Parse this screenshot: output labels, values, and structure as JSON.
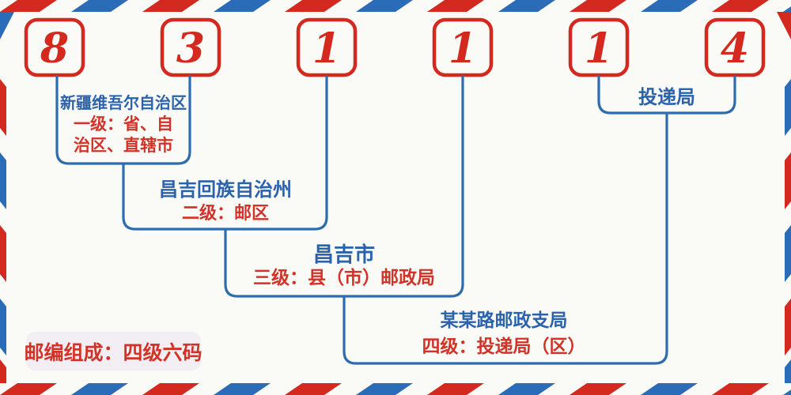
{
  "postal_code": "831114",
  "digits": [
    "8",
    "3",
    "1",
    "1",
    "1",
    "4"
  ],
  "levels": [
    {
      "name": "新疆维吾尔自治区",
      "desc_line_1": "一级：省、自",
      "desc_line_2": "治区、直辖市"
    },
    {
      "name": "昌吉回族自治州",
      "desc": "二级：邮区"
    },
    {
      "name": "昌吉市",
      "desc": "三级：县（市）邮政局"
    },
    {
      "name": "某某路邮政支局",
      "desc": "四级：投递局（区）"
    }
  ],
  "delivery_label": "投递局",
  "footer_note": "邮编组成：四级六码",
  "colors": {
    "stripe_red": "#d3291e",
    "stripe_blue": "#2a6cb8",
    "digit_red": "#d3291e",
    "box_red": "#d3291e",
    "line_blue": "#2e6dad",
    "text_blue": "#2a63ac",
    "text_red": "#d23227",
    "background": "#fafaf7",
    "note_background": "#f2eef3"
  }
}
